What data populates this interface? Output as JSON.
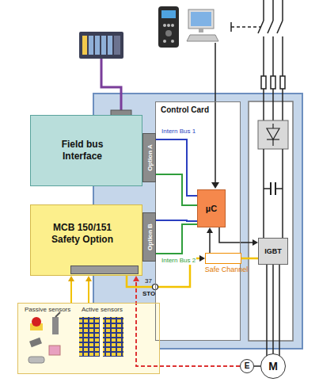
{
  "diagram": {
    "nodes": [
      {
        "text": [
          "Control Card"
        ]
      },
      {
        "text": [
          "µC"
        ],
        "in": 0
      },
      {
        "text": [
          "Safe Channel"
        ],
        "in": 0
      },
      {
        "text": [
          "IGBT"
        ]
      },
      {
        "text": [
          "Field bus Interface"
        ]
      },
      {
        "text": [
          "Option A"
        ]
      },
      {
        "text": [
          "MCB 150/151 Safety Option"
        ]
      },
      {
        "text": [
          "Option B"
        ]
      },
      {
        "text": [
          "Passive sensors",
          "Active sensors"
        ]
      },
      {
        "text": [
          "E"
        ]
      },
      {
        "text": [
          "M"
        ]
      }
    ],
    "edges": [
      {
        "from": 5,
        "to": 1,
        "arrow": "none",
        "label": "Intern Bus 1"
      },
      {
        "from": 5,
        "to": 1,
        "arrow": "none"
      },
      {
        "from": 7,
        "to": 1,
        "arrow": "none"
      },
      {
        "from": 7,
        "to": 1,
        "arrow": "none",
        "label": "Intern Bus 2"
      },
      {
        "from": 1,
        "to": 3,
        "arrow": "to"
      },
      {
        "from": 2,
        "to": 1,
        "arrow": "to"
      },
      {
        "from": 2,
        "to": 3,
        "arrow": "none"
      },
      {
        "from": 6,
        "to": 2,
        "arrow": "to"
      },
      {
        "from": 8,
        "to": 6,
        "arrow": "to"
      },
      {
        "from": 8,
        "to": 6,
        "arrow": "to"
      },
      {
        "from": 9,
        "to": 6,
        "arrow": "to"
      },
      {
        "from": 9,
        "to": 10,
        "arrow": "none"
      },
      {
        "from": 3,
        "to": 10,
        "arrow": "none"
      }
    ],
    "labels": [
      "37",
      "STO"
    ]
  }
}
